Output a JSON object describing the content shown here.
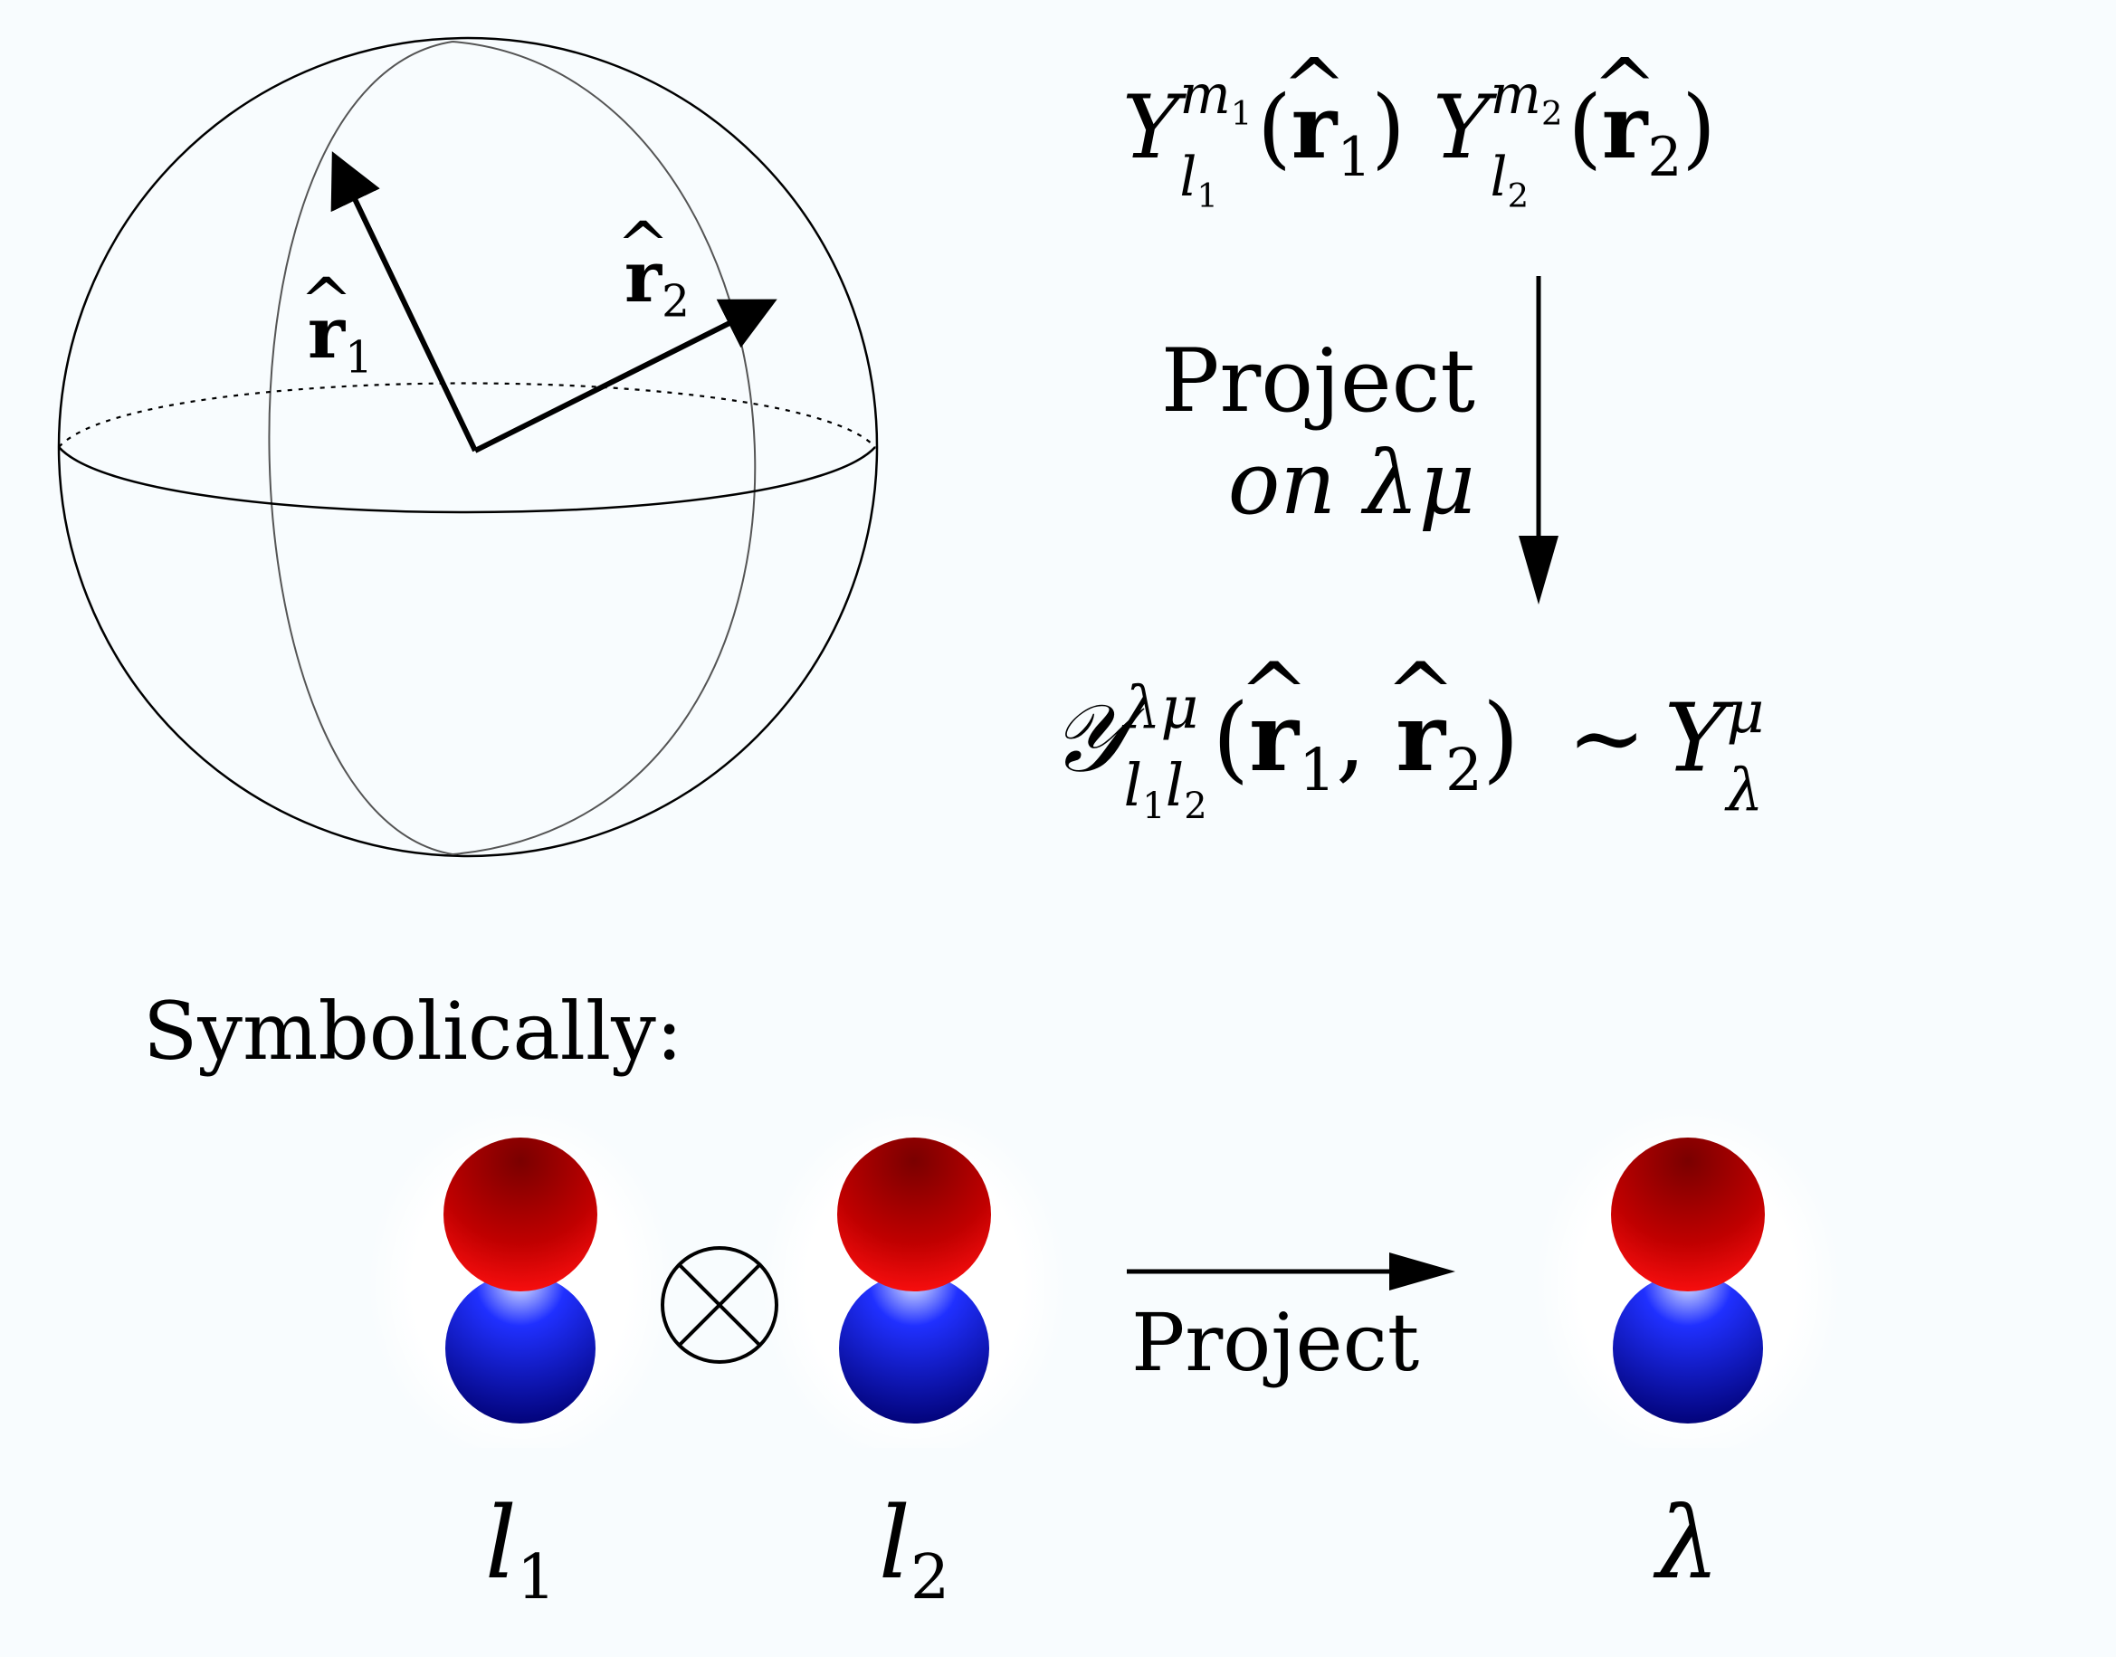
{
  "equations": {
    "product": {
      "Y": "Y",
      "m1": "m",
      "m1_idx": "1",
      "l1": "l",
      "l1_idx": "1",
      "r": "r",
      "r1_idx": "1",
      "m2": "m",
      "m2_idx": "2",
      "l2": "l",
      "l2_idx": "2",
      "r2_idx": "2"
    },
    "projected": {
      "calY": "𝒴",
      "sup": "λμ",
      "sub_l1": "l",
      "sub_l1_idx": "1",
      "sub_l2": "l",
      "sub_l2_idx": "2",
      "tilde": "∼",
      "Y": "Y",
      "sup2": "μ",
      "sub2": "λ"
    }
  },
  "arrow_label": {
    "line1": "Project",
    "line2": "on λμ"
  },
  "vectors": {
    "r1_label": "r",
    "r1_idx": "1",
    "r2_label": "r",
    "r2_idx": "2"
  },
  "symbolic": {
    "heading": "Symbolically:",
    "tensor": "⊗",
    "project_label": "Project",
    "orbitals": [
      {
        "label": "l",
        "idx": "1"
      },
      {
        "label": "l",
        "idx": "2"
      },
      {
        "label": "λ",
        "idx": ""
      }
    ]
  },
  "colors": {
    "lobe_top": "#cc0000",
    "lobe_bottom": "#0000ee"
  }
}
